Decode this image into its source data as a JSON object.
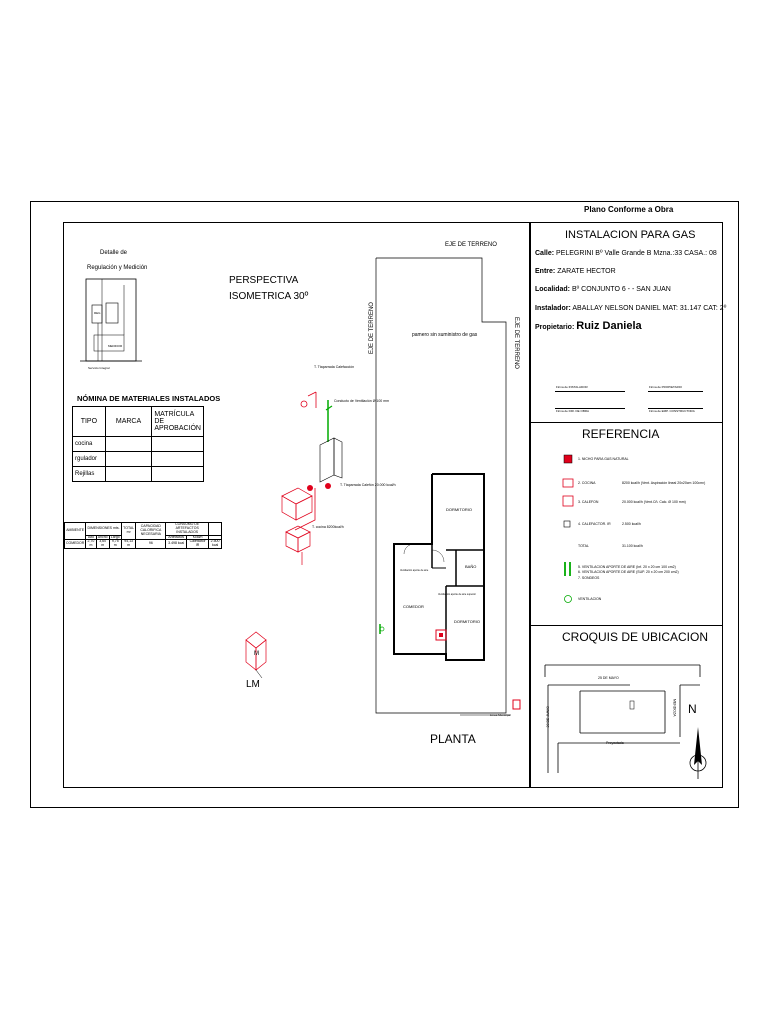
{
  "title_block": {
    "heading": "Plano Conforme a Obra",
    "main_title": "INSTALACION  PARA  GAS",
    "calle_label": "Calle:",
    "calle_value": "PELEGRINI  Bº Valle Grande  B Mzna.:33 CASA.: 08",
    "entre_label": "Entre:",
    "entre_value": "ZARATE HECTOR",
    "localidad_label": "Localidad:",
    "localidad_value": "Bº CONJUNTO 6 -  - SAN JUAN",
    "instalador_label": "Instalador:",
    "instalador_value": "ABALLAY NELSON DANIEL     MAT: 31.147   CAT: 2º",
    "propietario_label": "Propietario:",
    "propietario_value": "Ruiz Daniela",
    "firmas": [
      "Firma de INSTALADOR",
      "Firma de PROPIETARIO",
      "Firma de DIR. DE OBRA",
      "Firma de EMP. CONSTRUCTORA"
    ]
  },
  "referencia": {
    "title": "REFERENCIA",
    "items": [
      {
        "label": "1. NICHO PARA GAS NATURAL",
        "value": ""
      },
      {
        "label": "2. COCINA",
        "value": "8200 kcal/h   (Vent. Aspiración lineal 20x20cm  100cm²)"
      },
      {
        "label": "3. CALEFON",
        "value": "20.000  kcal/h  (Vent.Cñ. Calc. Ø 100 mm)"
      },
      {
        "label": "4. CALEFACTOR. IR",
        "value": "2.500  kcal/h"
      },
      {
        "label": "TOTAL",
        "value": "31.100 kcal/h"
      },
      {
        "label": "5. VENTILACION APORTE DE AIRE (Inf. 20 x 20 cm 100 cm2)",
        "value": ""
      },
      {
        "label": "6. VENTILACION APORTE DE AIRE (SUP. 20 x 20 cm 200 cm2)",
        "value": ""
      },
      {
        "label": "7. SONDEOS",
        "value": ""
      },
      {
        "label": "VENTILACION",
        "value": ""
      }
    ]
  },
  "croquis": {
    "title": "CROQUIS DE UBICACION",
    "street_top": "25 DE MAYO",
    "street_bottom": "Proyectada",
    "street_left": "20 DE JUNIO",
    "street_right": "MENDOZA",
    "north": "N"
  },
  "detalle": {
    "title_line1": "Detalle de",
    "title_line2": "Regulación y Medición",
    "medidor": "MEDIDOR",
    "regulador": "REG",
    "servicio": "Servicio Integral"
  },
  "perspectiva": {
    "title_line1": "PERSPECTIVA",
    "title_line2": "ISOMETRICA 30º",
    "labels": [
      "T. Ttaparrada Calefacción",
      "Conducto de Ventilación Ø 100 mm",
      "T. Ttaparrada Calefón 20.000 kcal/h",
      "T. cocina 8200kcal/h"
    ],
    "lm_small": "M",
    "lm_large": "LM"
  },
  "materiales": {
    "title": "NÓMINA DE MATERIALES INSTALADOS",
    "headers": [
      "TIPO",
      "MARCA",
      "MATRÍCULA DE APROBACIÓN"
    ],
    "rows": [
      "cocina",
      "rgulador",
      "Rejillas"
    ]
  },
  "ambiente": {
    "h_ambiente": "AMBIENTE",
    "h_dimensiones": "DIMENSIONES mts.",
    "h_alto": "Alto",
    "h_ancho": "Ancho",
    "h_largo": "Largo",
    "h_total": "TOTAL m³",
    "h_capacidad": "CAPACIDAD CALORIFICA NECESARIA",
    "h_consumo": "CONSUMO DE ARTEFACTOS INSTALADOS",
    "h_artefactos": "Artefactos",
    "h_kcal": "Kcal/h",
    "row": [
      "COMEDOR",
      "2,70 m",
      "3,60 m",
      "9,75 m",
      "94,13 m",
      "96",
      "3.498 kcal",
      "Calefactor IR",
      "2.500 kcal"
    ]
  },
  "planta": {
    "title": "PLANTA",
    "eje_top": "EJE DE TERRENO",
    "eje_left": "EJE DE TERRENO",
    "eje_right": "EJE DE TERRENO",
    "note": "pamero sin suministro de gas",
    "rooms": [
      "DORMITORIO",
      "BAÑO",
      "COMEDOR",
      "DORMITORIO"
    ],
    "linea": "Linea Municipal",
    "note_small_1": "Ventilación aporte de aire",
    "note_small_2": "Ventilación aporte de aire superior"
  }
}
